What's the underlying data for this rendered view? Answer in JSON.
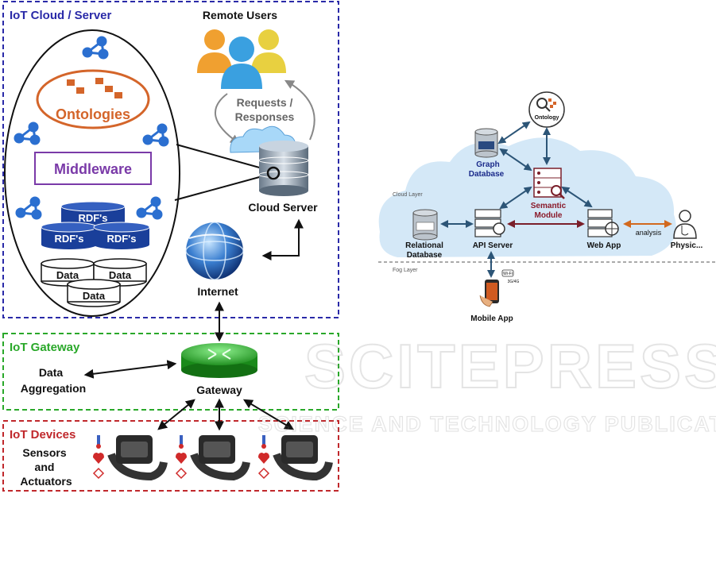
{
  "left_diagram": {
    "cloud_section": {
      "label": "IoT Cloud / Server",
      "color": "#2a2aa8",
      "ontologies": "Ontologies",
      "middleware": "Middleware",
      "rdf_labels": [
        "RDF's",
        "RDF's",
        "RDF's"
      ],
      "data_labels": [
        "Data",
        "Data",
        "Data"
      ],
      "remote_users": "Remote Users",
      "requests_line1": "Requests /",
      "requests_line2": "Responses",
      "cloud_server": "Cloud Server",
      "internet": "Internet"
    },
    "gateway_section": {
      "label": "IoT Gateway",
      "color": "#2aa82a",
      "data_aggregation_line1": "Data",
      "data_aggregation_line2": "Aggregation",
      "gateway": "Gateway"
    },
    "devices_section": {
      "label": "IoT Devices",
      "color": "#c0282c",
      "sensors_line1": "Sensors",
      "sensors_line2": "and",
      "sensors_line3": "Actuators"
    }
  },
  "right_diagram": {
    "cloud_layer": "Cloud Layer",
    "fog_layer": "Fog Layer",
    "ontology": "Ontology",
    "graph_database_line1": "Graph",
    "graph_database_line2": "Database",
    "semantic_module_line1": "Semantic",
    "semantic_module_line2": "Module",
    "relational_database_line1": "Relational",
    "relational_database_line2": "Database",
    "api_server": "API Server",
    "web_app": "Web App",
    "analysis": "analysis",
    "physician": "Physic...",
    "mobile_app": "Mobile App",
    "wifi_badge": "Wi-Fi",
    "network_badge": "3G/4G"
  },
  "watermark": {
    "line1": "SCITEPRESS",
    "line2": "SCIENCE AND TECHNOLOGY PUBLICATIONS"
  }
}
